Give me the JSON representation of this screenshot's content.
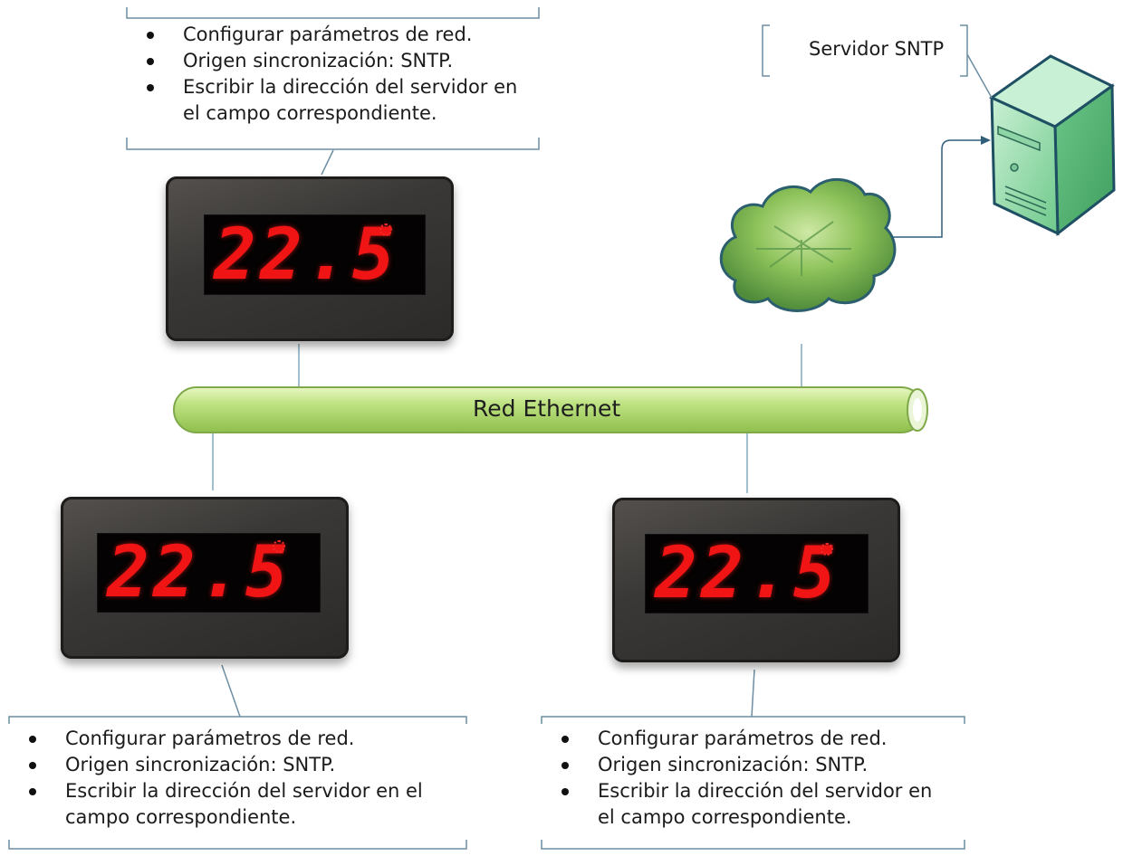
{
  "server": {
    "label": "Servidor SNTP"
  },
  "network": {
    "label": "Red Ethernet"
  },
  "displays": [
    {
      "value": "22.5"
    },
    {
      "value": "22.5"
    },
    {
      "value": "22.5"
    }
  ],
  "notes": {
    "top": {
      "lines": [
        "Configurar parámetros de red.",
        "Origen sincronización: SNTP.",
        "Escribir la dirección del servidor en el campo correspondiente."
      ]
    },
    "bottom_left": {
      "lines": [
        "Configurar parámetros de red.",
        "Origen sincronización: SNTP.",
        "Escribir la dirección del servidor en el campo correspondiente."
      ]
    },
    "bottom_right": {
      "lines": [
        "Configurar parámetros de red.",
        "Origen sincronización: SNTP.",
        "Escribir la dirección del servidor en el campo correspondiente."
      ]
    }
  },
  "colors": {
    "pipe": "#b8e27a",
    "pipe_edge": "#7fa84a",
    "server_body": "#7fd39a",
    "connector": "#2f5f7a",
    "bracket": "#5b86a4",
    "cloud": "#7dbb4e",
    "digit_red": "#f01414"
  }
}
